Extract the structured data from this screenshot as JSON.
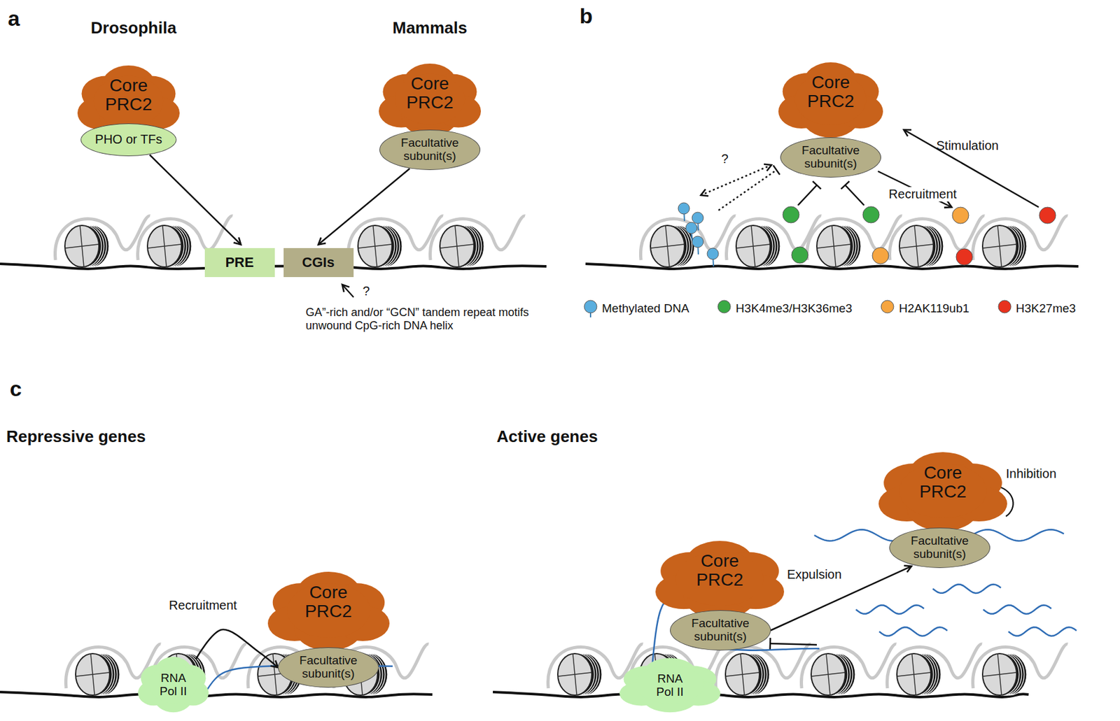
{
  "diagram": {
    "nodes": [
      {
        "text": [
          "Core PRC2"
        ]
      },
      {
        "text": [
          "PHO or TFs"
        ]
      },
      {
        "text": [
          "Core PRC2"
        ]
      },
      {
        "text": [
          "Facultative subunit(s)"
        ]
      },
      {
        "text": [
          "PRE"
        ]
      },
      {
        "text": [
          "CGIs"
        ]
      },
      {
        "text": [
          "Core PRC2"
        ]
      },
      {
        "text": [
          "Facultative subunit(s)"
        ]
      },
      {
        "text": [
          "RNA Pol II"
        ]
      },
      {
        "text": [
          "Core PRC2"
        ]
      },
      {
        "text": [
          "Facultative subunit(s)"
        ]
      },
      {
        "text": [
          "RNA Pol II"
        ]
      },
      {
        "text": [
          "Core PRC2"
        ]
      },
      {
        "text": [
          "Facultative subunit(s)"
        ]
      },
      {
        "text": [
          "Core PRC2"
        ]
      },
      {
        "text": [
          "Facultative subunit(s)"
        ]
      }
    ],
    "edges": [
      {
        "from": 1,
        "to": 4,
        "arrow": "to"
      },
      {
        "from": 3,
        "to": 5,
        "arrow": "to"
      },
      {
        "from": 8,
        "to": 10,
        "label": "Recruitment",
        "arrow": "to"
      },
      {
        "from": 13,
        "to": 15,
        "label": "Expulsion",
        "arrow": "to"
      }
    ],
    "labels": [
      "a",
      "Drosophila",
      "Mammals",
      "?",
      "GA”-rich and/or “GCN” tandem repeat motifs unwound CpG-rich DNA helix",
      "b",
      "?",
      "Stimulation",
      "Recruitment",
      "c",
      "Repressive genes",
      "Active genes",
      "Inhibition"
    ],
    "legend": [
      {
        "text": "Methylated DNA",
        "color": "#5aaede"
      },
      {
        "text": "H3K4me3/H3K36me3",
        "color": "#3aaa45"
      },
      {
        "text": "H2AK119ub1",
        "color": "#f6a540"
      },
      {
        "text": "H3K27me3",
        "color": "#e8321e"
      }
    ]
  }
}
